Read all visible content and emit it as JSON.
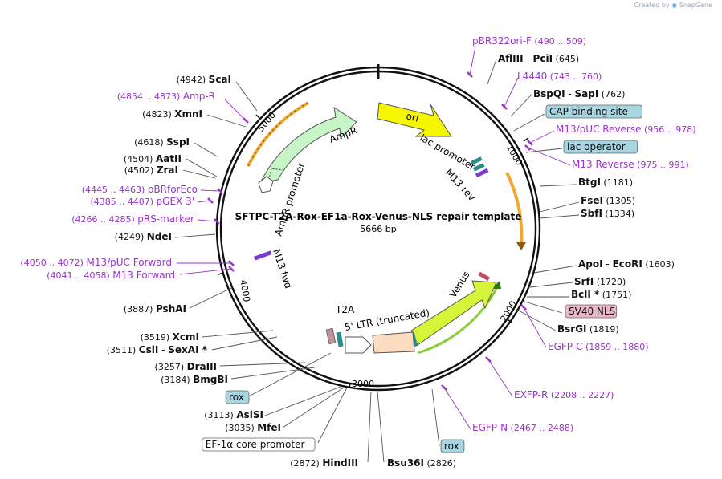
{
  "header": {
    "credit_prefix": "Created by",
    "credit_brand": "SnapGene"
  },
  "plasmid": {
    "name": "SFTPC-T2A-Rox-EF1a-Rox-Venus-NLS repair template",
    "size": "5666 bp"
  },
  "ticks": [
    "1000",
    "2000",
    "3000",
    "4000",
    "5000"
  ],
  "colors": {
    "enzyme": "#111111",
    "primer": "#9933cc",
    "leader": "#555555",
    "ori": "#f6f600",
    "ampr": "#c8f5c8",
    "venus": "#d6f53a",
    "ltr": "#fcdcc0",
    "rox": "#2a8c8c",
    "t2a": "#c4909c",
    "feature_box_blue": "#a8d5e2",
    "feature_box_pink": "#e8b8c8",
    "orange_arc": "#f0a830"
  },
  "labels": [
    {
      "kind": "primer",
      "name": "pBR322ori-F",
      "coords": "(490 .. 509)"
    },
    {
      "kind": "enzyme",
      "name": "AflIII",
      "name2": "PciI",
      "coords": "(645)"
    },
    {
      "kind": "primer",
      "name": "L4440",
      "coords": "(743 .. 760)"
    },
    {
      "kind": "enzyme",
      "name": "BspQI",
      "name2": "SapI",
      "coords": "(762)"
    },
    {
      "kind": "feature",
      "name": "CAP binding site"
    },
    {
      "kind": "primer",
      "name": "M13/pUC Reverse",
      "coords": "(956 .. 978)"
    },
    {
      "kind": "feature",
      "name": "lac operator"
    },
    {
      "kind": "primer",
      "name": "M13 Reverse",
      "coords": "(975 .. 991)"
    },
    {
      "kind": "enzyme",
      "name": "BtgI",
      "coords": "(1181)"
    },
    {
      "kind": "enzyme",
      "name": "FseI",
      "coords": "(1305)"
    },
    {
      "kind": "enzyme",
      "name": "SbfI",
      "coords": "(1334)"
    },
    {
      "kind": "enzyme",
      "name": "ApoI",
      "name2": "EcoRI",
      "coords": "(1603)"
    },
    {
      "kind": "enzyme",
      "name": "SrfI",
      "coords": "(1720)"
    },
    {
      "kind": "enzyme",
      "name": "BclI *",
      "coords": "(1751)"
    },
    {
      "kind": "feature",
      "name": "SV40 NLS"
    },
    {
      "kind": "enzyme",
      "name": "BsrGI",
      "coords": "(1819)"
    },
    {
      "kind": "primer",
      "name": "EGFP-C",
      "coords": "(1859 .. 1880)"
    },
    {
      "kind": "primer",
      "name": "EXFP-R",
      "coords": "(2208 .. 2227)"
    },
    {
      "kind": "primer",
      "name": "EGFP-N",
      "coords": "(2467 .. 2488)"
    },
    {
      "kind": "feature",
      "name": "rox"
    },
    {
      "kind": "enzyme",
      "name": "Bsu36I",
      "coords": "(2826)"
    },
    {
      "kind": "enzyme",
      "name": "HindIII",
      "coords": "(2872)"
    },
    {
      "kind": "feature",
      "name": "EF-1α core promoter"
    },
    {
      "kind": "enzyme",
      "name": "MfeI",
      "coords": "(3035)"
    },
    {
      "kind": "enzyme",
      "name": "AsiSI",
      "coords": "(3113)"
    },
    {
      "kind": "feature",
      "name": "rox"
    },
    {
      "kind": "enzyme",
      "name": "BmgBI",
      "coords": "(3184)"
    },
    {
      "kind": "enzyme",
      "name": "DraIII",
      "coords": "(3257)"
    },
    {
      "kind": "enzyme",
      "name": "CsiI",
      "name2": "SexAI *",
      "coords": "(3511)"
    },
    {
      "kind": "enzyme",
      "name": "XcmI",
      "coords": "(3519)"
    },
    {
      "kind": "enzyme",
      "name": "PshAI",
      "coords": "(3887)"
    },
    {
      "kind": "primer",
      "name": "M13 Forward",
      "coords": "(4041 .. 4058)"
    },
    {
      "kind": "primer",
      "name": "M13/pUC Forward",
      "coords": "(4050 .. 4072)"
    },
    {
      "kind": "enzyme",
      "name": "NdeI",
      "coords": "(4249)"
    },
    {
      "kind": "primer",
      "name": "pRS-marker",
      "coords": "(4266 .. 4285)"
    },
    {
      "kind": "primer",
      "name": "pGEX 3'",
      "coords": "(4385 .. 4407)"
    },
    {
      "kind": "primer",
      "name": "pBRforEco",
      "coords": "(4445 .. 4463)"
    },
    {
      "kind": "enzyme",
      "name": "ZraI",
      "coords": "(4502)"
    },
    {
      "kind": "enzyme",
      "name": "AatII",
      "coords": "(4504)"
    },
    {
      "kind": "enzyme",
      "name": "SspI",
      "coords": "(4618)"
    },
    {
      "kind": "enzyme",
      "name": "XmnI",
      "coords": "(4823)"
    },
    {
      "kind": "primer",
      "name": "Amp-R",
      "coords": "(4854 .. 4873)"
    },
    {
      "kind": "enzyme",
      "name": "ScaI",
      "coords": "(4942)"
    }
  ],
  "inner_labels": {
    "ori": "ori",
    "lac_promoter": "lac promoter",
    "m13_rev": "M13 rev",
    "ampr": "AmpR",
    "ampr_promoter": "AmpR promoter",
    "m13_fwd": "M13 fwd",
    "t2a": "T2A",
    "ltr": "5' LTR (truncated)",
    "venus": "Venus"
  }
}
